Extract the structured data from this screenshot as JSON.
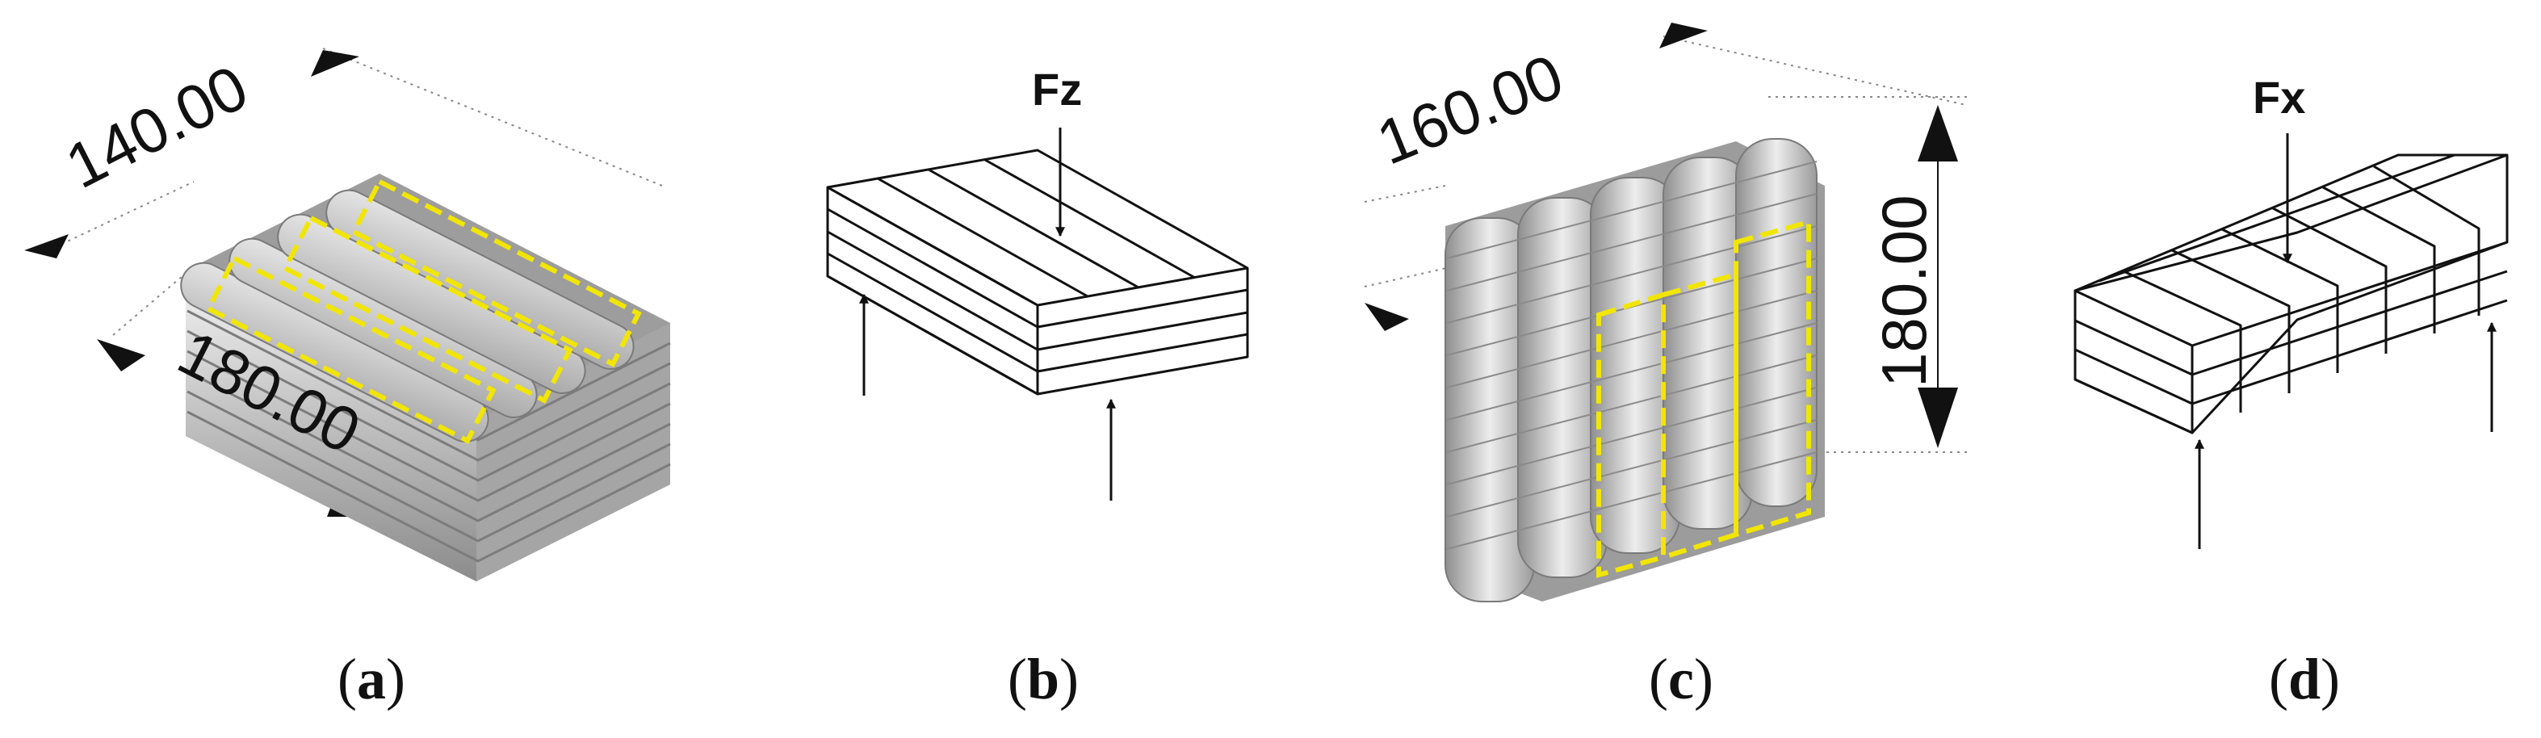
{
  "panels": [
    {
      "id": "a",
      "caption_open": "(",
      "caption_letter": "a",
      "caption_close": ")",
      "dim1": "140.00",
      "dim2": "180.00"
    },
    {
      "id": "b",
      "caption_open": "(",
      "caption_letter": "b",
      "caption_close": ")",
      "force": "Fz"
    },
    {
      "id": "c",
      "caption_open": "(",
      "caption_letter": "c",
      "caption_close": ")",
      "dim1": "160.00",
      "dim2": "180.00"
    },
    {
      "id": "d",
      "caption_open": "(",
      "caption_letter": "d",
      "caption_close": ")",
      "force": "Fx"
    }
  ],
  "colors": {
    "highlight": "#f2e600",
    "line": "#111111",
    "bead": "#b8b8b8"
  }
}
